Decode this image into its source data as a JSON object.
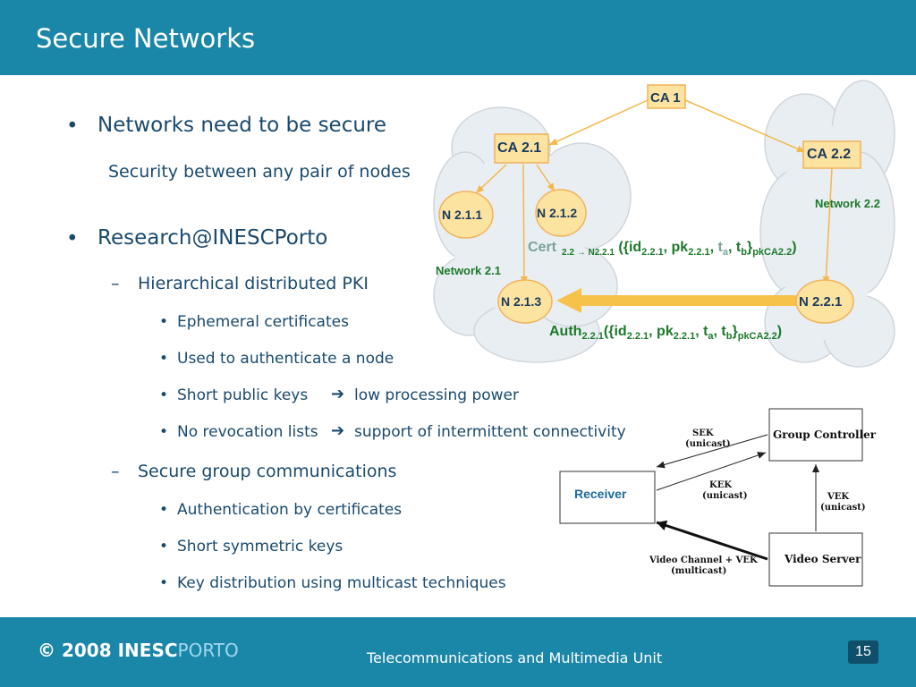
{
  "slide": {
    "title": "Secure Networks",
    "footer": {
      "copyright_year": "© 2008",
      "org_part1": "INESC",
      "org_part2": "PORTO",
      "center_text": "Telecommunications and Multimedia Unit",
      "page_number": "15"
    }
  },
  "content": {
    "b1": "Networks need to be secure",
    "b1_sub": "Security between any pair of nodes",
    "b2": "Research@INESCPorto",
    "d1": "Hierarchical distributed PKI",
    "d1_items": [
      "Ephemeral certificates",
      "Used to authenticate a node",
      "Short public keys",
      "No revocation lists"
    ],
    "d1_arrow_items": {
      "low_power": "low processing  power",
      "intermittent": "support of intermittent connectivity"
    },
    "d2": "Secure group communications",
    "d2_items": [
      "Authentication by certificates",
      "Short symmetric keys",
      "Key distribution using multicast techniques"
    ]
  },
  "pki_diagram": {
    "ca1": "CA 1",
    "ca21": "CA 2.1",
    "ca22": "CA 2.2",
    "n211": "N 2.1.1",
    "n212": "N 2.1.2",
    "n213": "N 2.1.3",
    "n221": "N 2.2.1",
    "network21": "Network 2.1",
    "network22": "Network 2.2",
    "cert_label": "Cert",
    "cert_sub": "2.2 → N2.2.1",
    "auth_label": "Auth",
    "auth_sub": "2.2.1"
  },
  "group_diagram": {
    "group_controller": "Group Controller",
    "receiver": "Receiver",
    "video_server": "Video Server",
    "sek": "SEK",
    "sek_mode": "(unicast)",
    "kek": "KEK",
    "kek_mode": "(unicast)",
    "vek": "VEK",
    "vek_mode": "(unicast)",
    "video_channel": "Video Channel + VEK",
    "video_mode": "(multicast)"
  },
  "colors": {
    "header_bg": "#1b87a8",
    "text": "#1a4a6e",
    "node_fill": "#fde7a8",
    "node_stroke": "#f0b35a",
    "green_label": "#1c7a2a"
  }
}
